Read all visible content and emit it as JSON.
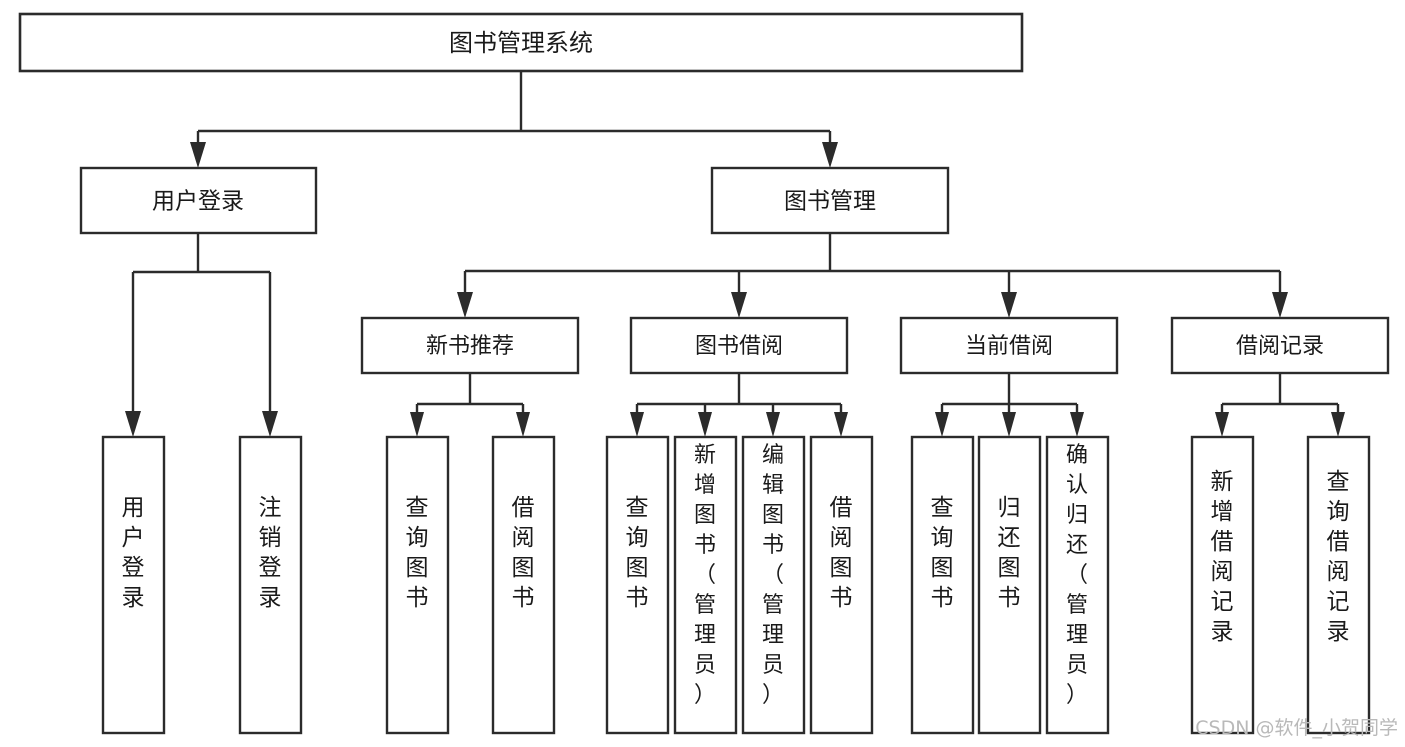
{
  "diagram": {
    "title": "图书管理系统",
    "type": "tree",
    "root": {
      "id": "root",
      "label": "图书管理系统"
    },
    "level2": [
      {
        "id": "user-login",
        "label": "用户登录"
      },
      {
        "id": "book-manage",
        "label": "图书管理"
      }
    ],
    "level3": [
      {
        "id": "new-book-recommend",
        "label": "新书推荐",
        "parent": "book-manage"
      },
      {
        "id": "book-borrow",
        "label": "图书借阅",
        "parent": "book-manage"
      },
      {
        "id": "current-borrow",
        "label": "当前借阅",
        "parent": "book-manage"
      },
      {
        "id": "borrow-record",
        "label": "借阅记录",
        "parent": "book-manage"
      }
    ],
    "leaves": {
      "user-login": [
        {
          "id": "leaf-user-login",
          "label": "用户登录"
        },
        {
          "id": "leaf-user-logout",
          "label": "注销登录"
        }
      ],
      "new-book-recommend": [
        {
          "id": "leaf-query-book-1",
          "label": "查询图书"
        },
        {
          "id": "leaf-borrow-book-1",
          "label": "借阅图书"
        }
      ],
      "book-borrow": [
        {
          "id": "leaf-query-book-2",
          "label": "查询图书"
        },
        {
          "id": "leaf-add-book",
          "label": "新增图书（管理员）"
        },
        {
          "id": "leaf-edit-book",
          "label": "编辑图书（管理员）"
        },
        {
          "id": "leaf-borrow-book-2",
          "label": "借阅图书"
        }
      ],
      "current-borrow": [
        {
          "id": "leaf-query-book-3",
          "label": "查询图书"
        },
        {
          "id": "leaf-return-book",
          "label": "归还图书"
        },
        {
          "id": "leaf-confirm-return",
          "label": "确认归还（管理员）"
        }
      ],
      "borrow-record": [
        {
          "id": "leaf-add-record",
          "label": "新增借阅记录"
        },
        {
          "id": "leaf-query-record",
          "label": "查询借阅记录"
        }
      ]
    }
  },
  "watermark": {
    "text": "CSDN @软件_小贺同学"
  },
  "colors": {
    "box_stroke": "#2b2b2b",
    "box_fill": "#ffffff",
    "text": "#1a1a1a",
    "background": "#ffffff",
    "watermark": "#b9b9b9"
  }
}
